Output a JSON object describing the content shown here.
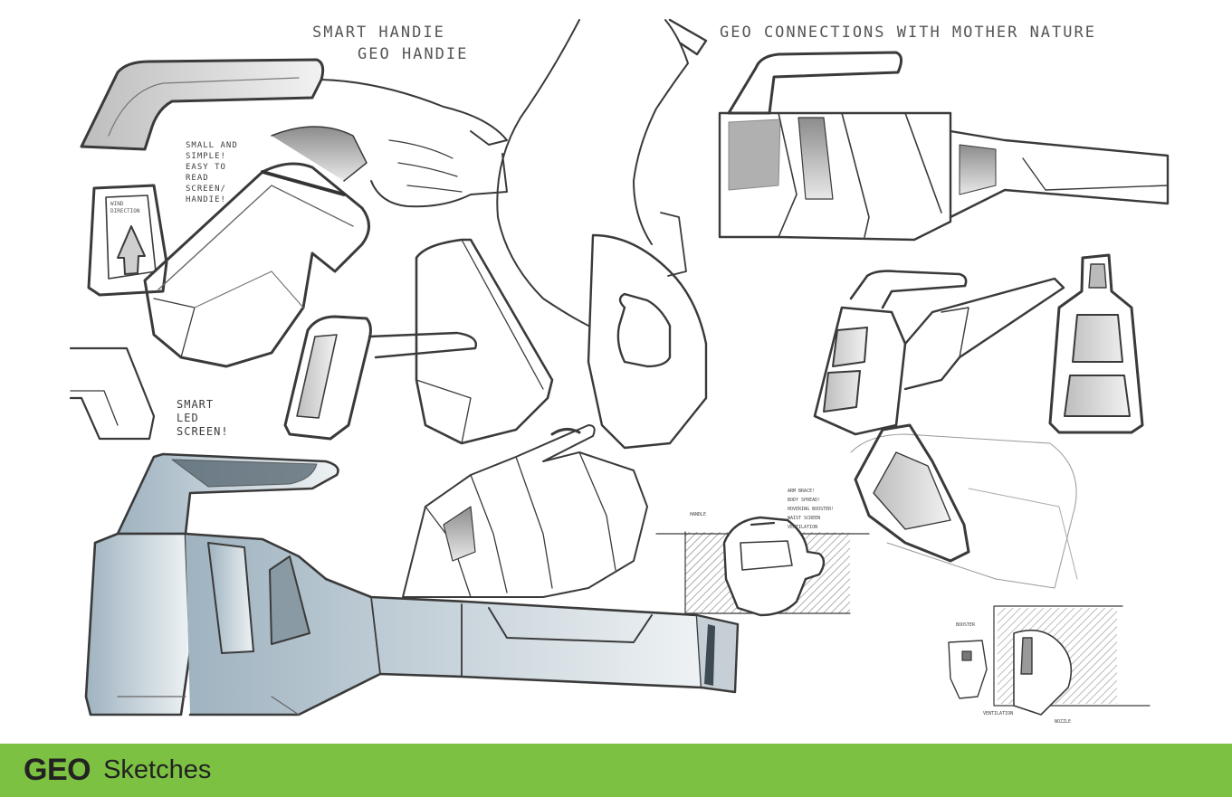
{
  "annotations": {
    "title_main": "SMART HANDIE",
    "title_sub": "GEO HANDIE",
    "connections": "GEO   CONNECTIONS WITH MOTHER NATURE",
    "small_simple": "SMALL AND\nSIMPLE!\nEASY TO\nREAD\nSCREEN/\nHANDIE!",
    "wind_direction": "WIND\nDIRECTION",
    "smart_led": "SMART\nLED\nSCREEN!",
    "arm_notes": "ARM BRACE!\nBODY SPREAD!\nHOVERING BOOSTER!\nWAIST SCREEN\nVENTILATION",
    "handle_label": "HANDLE",
    "ventilation_label": "VENTILATION",
    "nozzle_label": "NOZZLE",
    "booster_label": "BOOSTER"
  },
  "footer": {
    "brand": "GEO",
    "subtitle": "Sketches"
  },
  "colors": {
    "footer_bg": "#7cc142",
    "footer_text": "#222222",
    "pencil": "#3a3a3a",
    "shade": "#9a9a9a",
    "blue_shade": "#8ea4b4"
  }
}
